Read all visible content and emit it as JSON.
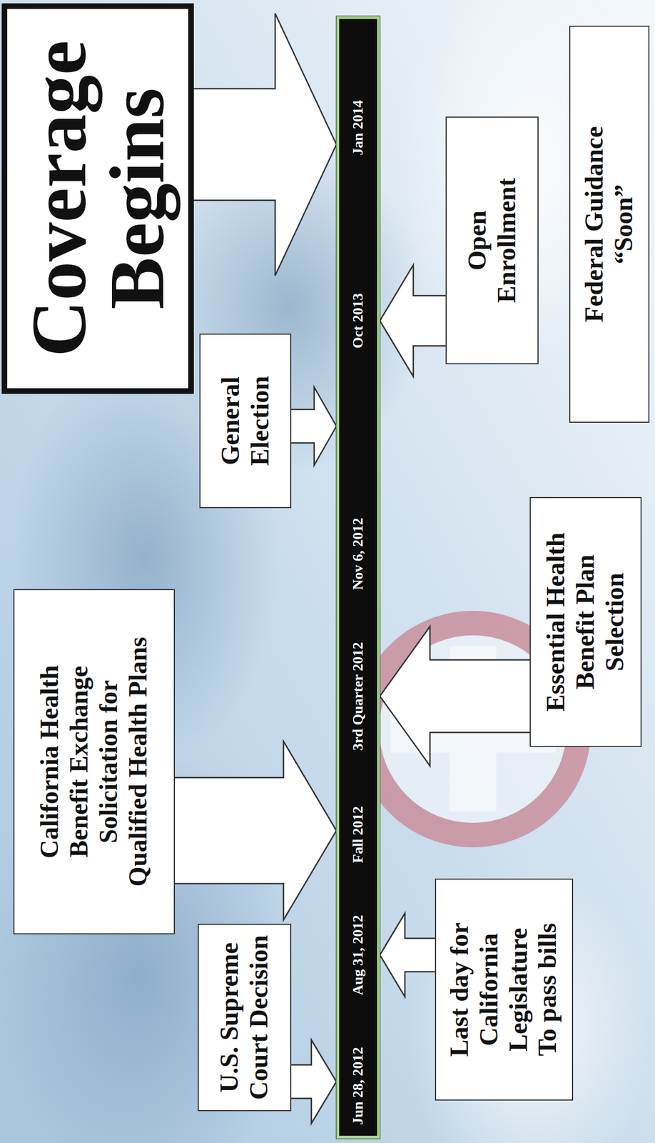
{
  "diagram": {
    "nodes": [
      {
        "text": [
          "U.S. Supreme Court Decision"
        ]
      },
      {
        "text": [
          "California Health Benefit Exchange Solicitation for Qualified Health Plans"
        ]
      },
      {
        "text": [
          "General Election"
        ]
      },
      {
        "text": [
          "Coverage Begins"
        ]
      },
      {
        "text": [
          "Jun 28, 2012",
          "Aug 31, 2012",
          "Fall 2012",
          "3rd Quarter 2012",
          "Nov 6, 2012",
          "Oct 2013",
          "Jan 2014"
        ]
      },
      {
        "text": [
          "Last day for California Legislature To pass bills"
        ]
      },
      {
        "text": [
          "Essential Health Benefit Plan Selection"
        ]
      },
      {
        "text": [
          "Open Enrollment"
        ]
      },
      {
        "text": [
          "Federal Guidance “Soon”"
        ]
      }
    ],
    "edges": [
      {
        "from": 0,
        "to": 4,
        "arrow": "to"
      },
      {
        "from": 1,
        "to": 4,
        "arrow": "to"
      },
      {
        "from": 2,
        "to": 4,
        "arrow": "to"
      },
      {
        "from": 3,
        "to": 4,
        "arrow": "to"
      },
      {
        "from": 5,
        "to": 4,
        "arrow": "to"
      },
      {
        "from": 6,
        "to": 4,
        "arrow": "to"
      },
      {
        "from": 7,
        "to": 4,
        "arrow": "to"
      }
    ]
  }
}
